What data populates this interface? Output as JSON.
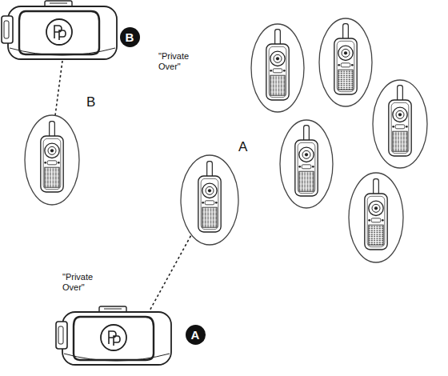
{
  "diagram": {
    "nodes": [
      {
        "text": [
          "B"
        ]
      },
      {
        "text": [
          "A"
        ]
      }
    ],
    "labels": [
      "\"Private Over\"",
      "B",
      "A",
      "\"Private Over\""
    ]
  }
}
